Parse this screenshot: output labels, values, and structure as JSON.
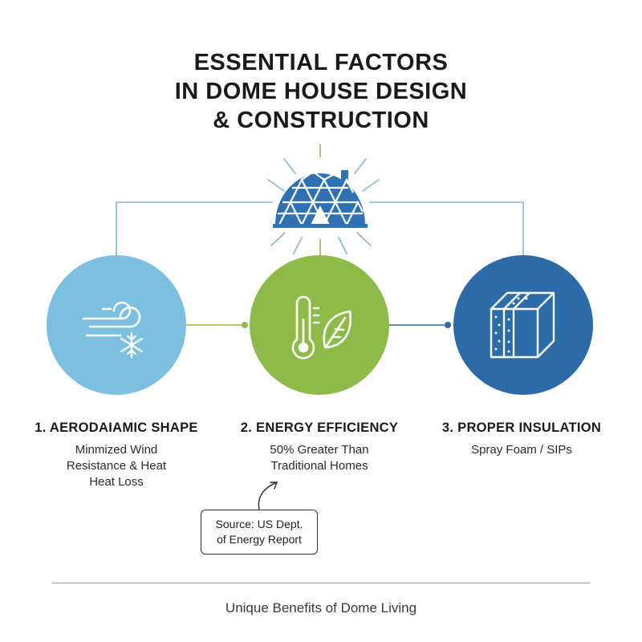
{
  "title": {
    "lines": [
      "ESSENTIAL FACTORS",
      "IN DOME HOUSE DESIGN",
      "& CONSTRUCTION"
    ]
  },
  "colors": {
    "light_blue": "#7cc0e1",
    "green": "#8dbb47",
    "dark_blue": "#2a6ba8",
    "dome_blue": "#2e72b3",
    "connector": "#86b6d4"
  },
  "icons": {
    "center": "geodesic-dome-icon",
    "factor1": [
      "wind-icon",
      "snowflake-icon"
    ],
    "factor2": [
      "thermometer-icon",
      "leaf-icon"
    ],
    "factor3": [
      "insulation-panel-icon"
    ]
  },
  "factors": [
    {
      "title": "1. AERODAIAMIC SHAPE",
      "desc": [
        "Minmized Wind",
        "Resistance & Heat",
        "Heat Loss"
      ]
    },
    {
      "title": "2. ENERGY EFFICIENCY",
      "desc": [
        "50% Greater Than",
        "Traditional Homes"
      ]
    },
    {
      "title": "3. PROPER INSULATION",
      "desc": [
        "Spray Foam / SIPs"
      ]
    }
  ],
  "source": {
    "lines": [
      "Source: US Dept.",
      "of Energy Report"
    ]
  },
  "footer": "Unique Benefits of Dome Living"
}
